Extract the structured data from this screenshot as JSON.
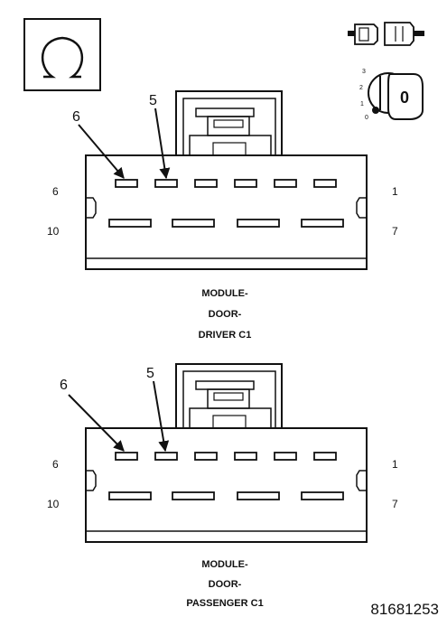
{
  "symbol": {
    "icon": "ohm-icon"
  },
  "legend": {
    "connector_icon": "connector-icon",
    "key_icon": "key-position-icon",
    "key_positions": [
      "3",
      "2",
      "1",
      "0"
    ],
    "key_label": "0"
  },
  "connectors": [
    {
      "id": "driver",
      "pin_labels": {
        "top_left": "6",
        "top_right": "1",
        "bottom_left": "10",
        "bottom_right": "7"
      },
      "callouts": [
        "6",
        "5"
      ],
      "caption": [
        "MODULE-",
        "DOOR-",
        "DRIVER C1"
      ]
    },
    {
      "id": "passenger",
      "pin_labels": {
        "top_left": "6",
        "top_right": "1",
        "bottom_left": "10",
        "bottom_right": "7"
      },
      "callouts": [
        "6",
        "5"
      ],
      "caption": [
        "MODULE-",
        "DOOR-",
        "PASSENGER C1"
      ]
    }
  ],
  "figure_number": "81681253"
}
